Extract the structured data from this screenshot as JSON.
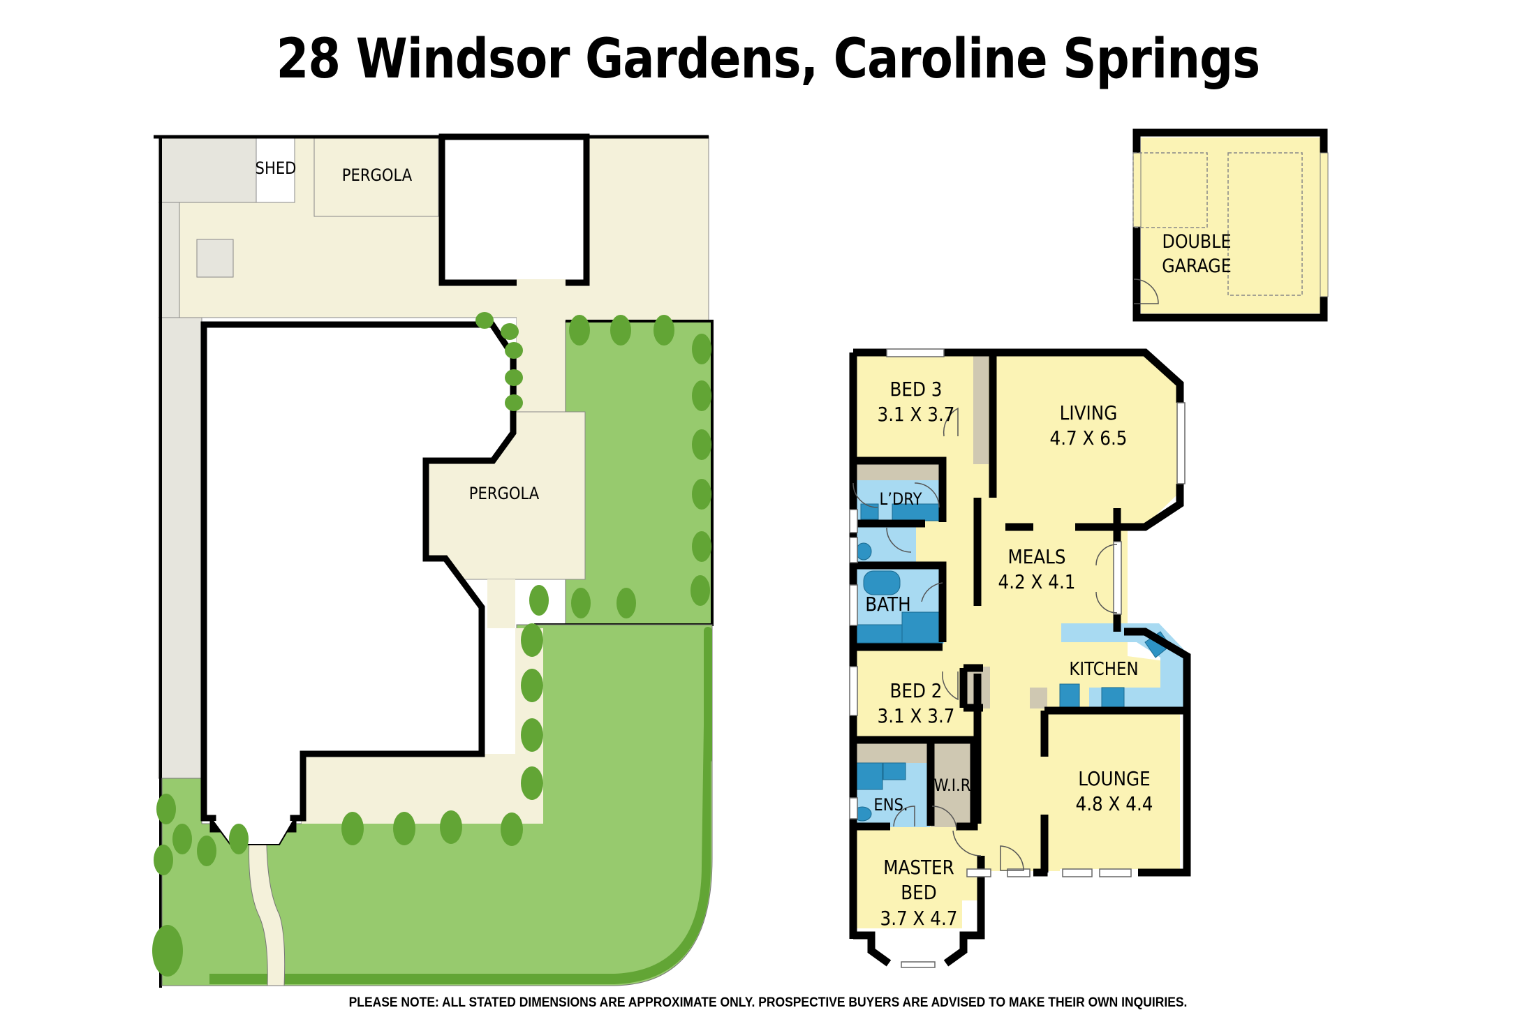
{
  "title": "28 Windsor Gardens, Caroline Springs",
  "disclaimer": "PLEASE NOTE: ALL STATED DIMENSIONS ARE APPROXIMATE ONLY. PROSPECTIVE BUYERS ARE ADVISED TO MAKE THEIR OWN INQUIRIES.",
  "colors": {
    "wall": "#000000",
    "room": "#fbf3b5",
    "paving": "#f4f1da",
    "concrete": "#e6e5dd",
    "lawn": "#97ca6e",
    "shrub": "#62a535",
    "wet_area": "#a8daf2",
    "fixture": "#2e93c4",
    "robe": "#cfc8b2"
  },
  "site_plan": {
    "labels": {
      "shed": "SHED",
      "pergola_rear": "PERGOLA",
      "pergola_side": "PERGOLA"
    }
  },
  "garage": {
    "line1": "DOUBLE",
    "line2": "GARAGE"
  },
  "rooms": {
    "bed3": {
      "name": "BED 3",
      "dims": "3.1 X 3.7"
    },
    "living": {
      "name": "LIVING",
      "dims": "4.7 X 6.5"
    },
    "laundry": {
      "name": "L’DRY"
    },
    "meals": {
      "name": "MEALS",
      "dims": "4.2 X 4.1"
    },
    "bath": {
      "name": "BATH"
    },
    "kitchen": {
      "name": "KITCHEN"
    },
    "bed2": {
      "name": "BED 2",
      "dims": "3.1 X 3.7"
    },
    "wir": {
      "name": "W.I.R"
    },
    "ensuite": {
      "name": "ENS."
    },
    "lounge": {
      "name": "LOUNGE",
      "dims": "4.8 X 4.4"
    },
    "master": {
      "name": "MASTER",
      "name2": "BED",
      "dims": "3.7 X 4.7"
    }
  }
}
